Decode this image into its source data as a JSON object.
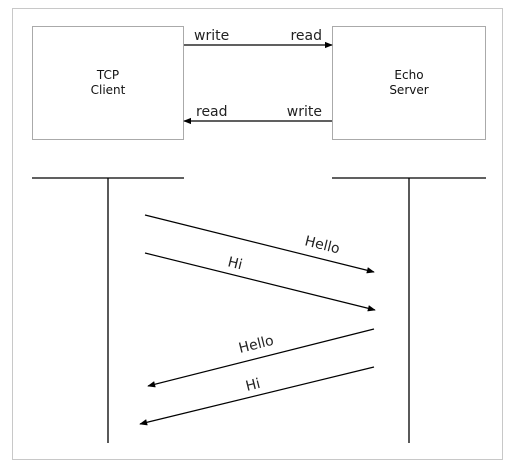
{
  "client": {
    "line1": "TCP",
    "line2": "Client"
  },
  "server": {
    "line1": "Echo",
    "line2": "Server"
  },
  "top_arrows": {
    "upper": {
      "left_label": "write",
      "right_label": "read"
    },
    "lower": {
      "left_label": "read",
      "right_label": "write"
    }
  },
  "sequence": {
    "msg1": "Hello",
    "msg2": "Hi",
    "msg3": "Hello",
    "msg4": "Hi"
  },
  "colors": {
    "line": "#000000",
    "box_border": "#aaaaaa",
    "frame_border": "#c8c8c8"
  }
}
